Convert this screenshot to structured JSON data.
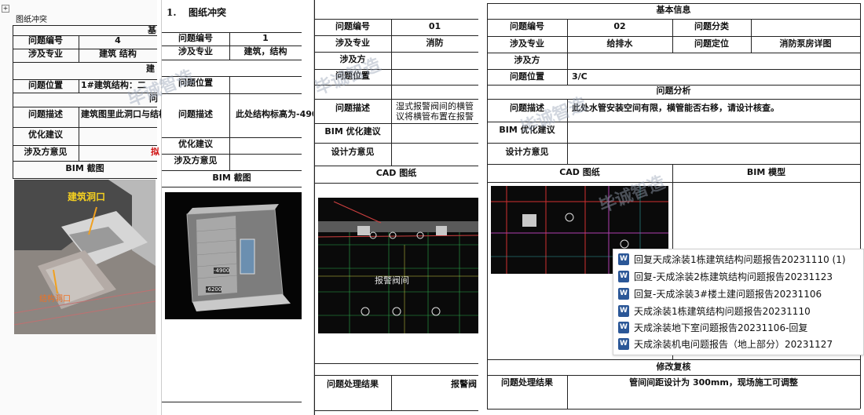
{
  "p1": {
    "top_label": "图纸冲突",
    "header_partial": "基",
    "r1_label": "问题编号",
    "r1_value": "4",
    "r2_label": "涉及专业",
    "r2_value": "建筑 结构",
    "r3_partial": "建",
    "r4_label": "问题位置",
    "r4_value": "1#建筑结构：二",
    "r5_partial": "问",
    "r6_label": "问题描述",
    "r6_value": "建筑图里此洞口与结构",
    "r7_label": "优化建议",
    "r8_label": "涉及方意见",
    "r8_partial": "拟",
    "bim_label": "BIM 截图",
    "ann1": "建筑洞口",
    "ann2": "结构洞口"
  },
  "p2": {
    "heading_num": "1.",
    "heading": "图纸冲突",
    "r1_label": "问题编号",
    "r1_value": "1",
    "r2_label": "涉及专业",
    "r2_value": "建筑，结构",
    "r3_label": "问题位置",
    "r4_label": "问题描述",
    "r4_value": "此处结构标高为-490",
    "r5_label": "优化建议",
    "r6_label": "涉及方意见",
    "bim_label": "BIM 截图",
    "dim1": "-4900",
    "dim2": "-6200"
  },
  "p3": {
    "r1_label": "问题编号",
    "r1_value": "01",
    "r2_label": "涉及专业",
    "r2_value": "消防",
    "r3_label": "涉及方",
    "r4_label": "问题位置",
    "r5_label": "问题描述",
    "r5_value_1": "湿式报警阀间的横管",
    "r5_value_2": "议将横管布置在报警",
    "r6_label": "BIM 优化建议",
    "r7_label": "设计方意见",
    "cad_label": "CAD 图纸",
    "cad_text": "报警阀间",
    "result_label": "问题处理结果",
    "result_partial": "报警阀"
  },
  "p4": {
    "basic_info": "基本信息",
    "r1_label": "问题编号",
    "r1_value": "02",
    "r1_label2": "问题分类",
    "r2_label": "涉及专业",
    "r2_value": "给排水",
    "r2_label2": "问题定位",
    "r2_value2": "消防泵房详图",
    "r3_label": "涉及方",
    "r4_label": "问题位置",
    "r4_value": "3/C",
    "analysis": "问题分析",
    "r5_label": "问题描述",
    "r5_value": "此处水管安装空间有限，横管能否右移，请设计核查。",
    "r6_label": "BIM 优化建议",
    "r7_label": "设计方意见",
    "cad_label": "CAD 图纸",
    "bim_label": "BIM 模型",
    "review": "修改复核",
    "result_label": "问题处理结果",
    "result_value": "管间间距设计为 300mm，现场施工可调整"
  },
  "watermark": "毕诚智造",
  "files": [
    "回复天成涂装1栋建筑结构问题报告20231110 (1)",
    "回复-天成涂装2栋建筑结构问题报告20231123",
    "回复-天成涂装3#楼土建问题报告20231106",
    "天成涂装1栋建筑结构问题报告20231110",
    "天成涂装地下室问题报告20231106-回复",
    "天成涂装机电问题报告（地上部分）20231127"
  ],
  "file_icon": "word-doc-icon"
}
